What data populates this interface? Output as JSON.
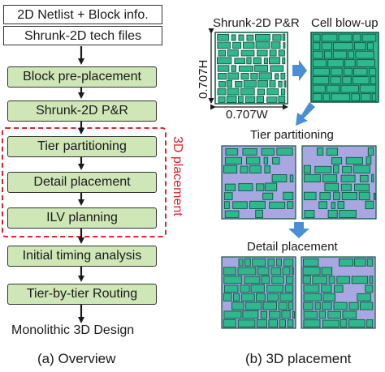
{
  "overview": {
    "input_netlist": "2D Netlist + Block info.",
    "input_tech": "Shrunk-2D tech files",
    "steps": [
      "Block pre-placement",
      "Shrunk-2D P&R",
      "Tier partitioning",
      "Detail placement",
      "ILV planning",
      "Initial timing analysis",
      "Tier-by-tier Routing"
    ],
    "output": "Monolithic 3D Design",
    "group_label": "3D placement",
    "caption": "(a) Overview"
  },
  "placement": {
    "shrunk_title": "Shrunk-2D P&R",
    "blowup_title": "Cell blow-up",
    "height_label": "0.707H",
    "width_label": "0.707W",
    "tier_title": "Tier partitioning",
    "detail_title": "Detail placement",
    "caption": "(b) 3D placement"
  },
  "colors": {
    "step_fill": "#cfe6b7",
    "dashed_group": "#e0242a",
    "cell_fill": "#2fb88e",
    "cell_outline": "#0e5640",
    "empty_area": "#a9a7e2",
    "flow_arrow": "#4a8ed6"
  }
}
